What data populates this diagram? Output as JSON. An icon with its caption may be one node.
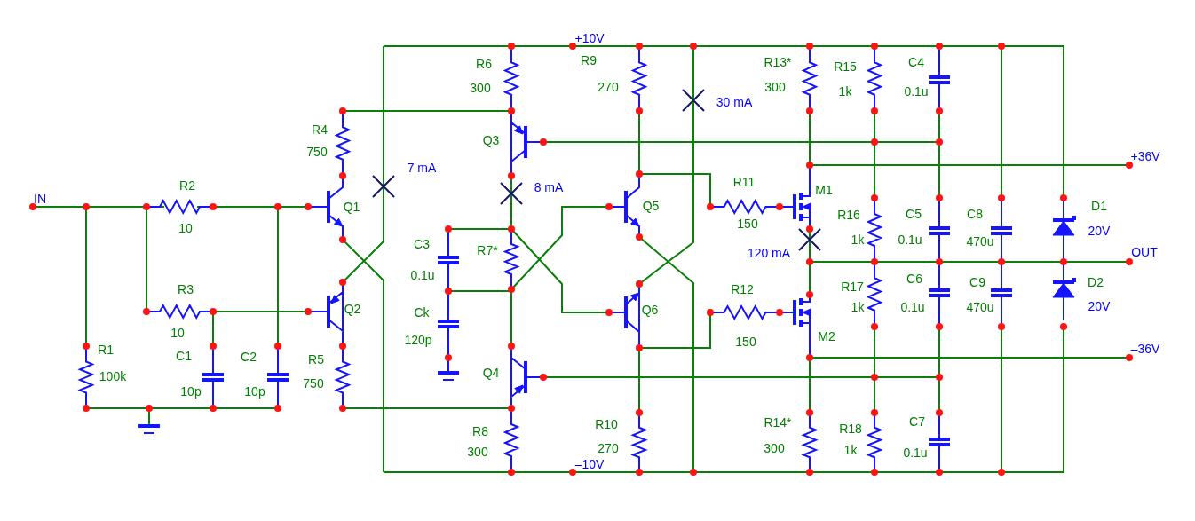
{
  "diagram": {
    "labels": [
      "+10V",
      "R6",
      "R9",
      "R13*",
      "R15",
      "C4",
      "300",
      "270",
      "30 mA",
      "300",
      "1k",
      "0.1u",
      "Q3",
      "R4",
      "750",
      "+36V",
      "7 mA",
      "8 mA",
      "R11",
      "M1",
      "D1",
      "IN",
      "R2",
      "Q1",
      "Q5",
      "R16",
      "C5",
      "C8",
      "150",
      "10",
      "C3",
      "R7*",
      "1k",
      "0.1u",
      "470u",
      "20V",
      "120 mA",
      "OUT",
      "0.1u",
      "R3",
      "R12",
      "C6",
      "C9",
      "R17",
      "D2",
      "Q2",
      "Ck",
      "Q6",
      "1k",
      "0.1u",
      "470u",
      "20V",
      "10",
      "150",
      "M2",
      "120p",
      "R1",
      "C1",
      "C2",
      "R5",
      "–36V",
      "100k",
      "Q4",
      "R10",
      "R14*",
      "R18",
      "C7",
      "10p",
      "10p",
      "750",
      "R8",
      "300",
      "270",
      "300",
      "1k",
      "0.1u",
      "–10V"
    ]
  }
}
